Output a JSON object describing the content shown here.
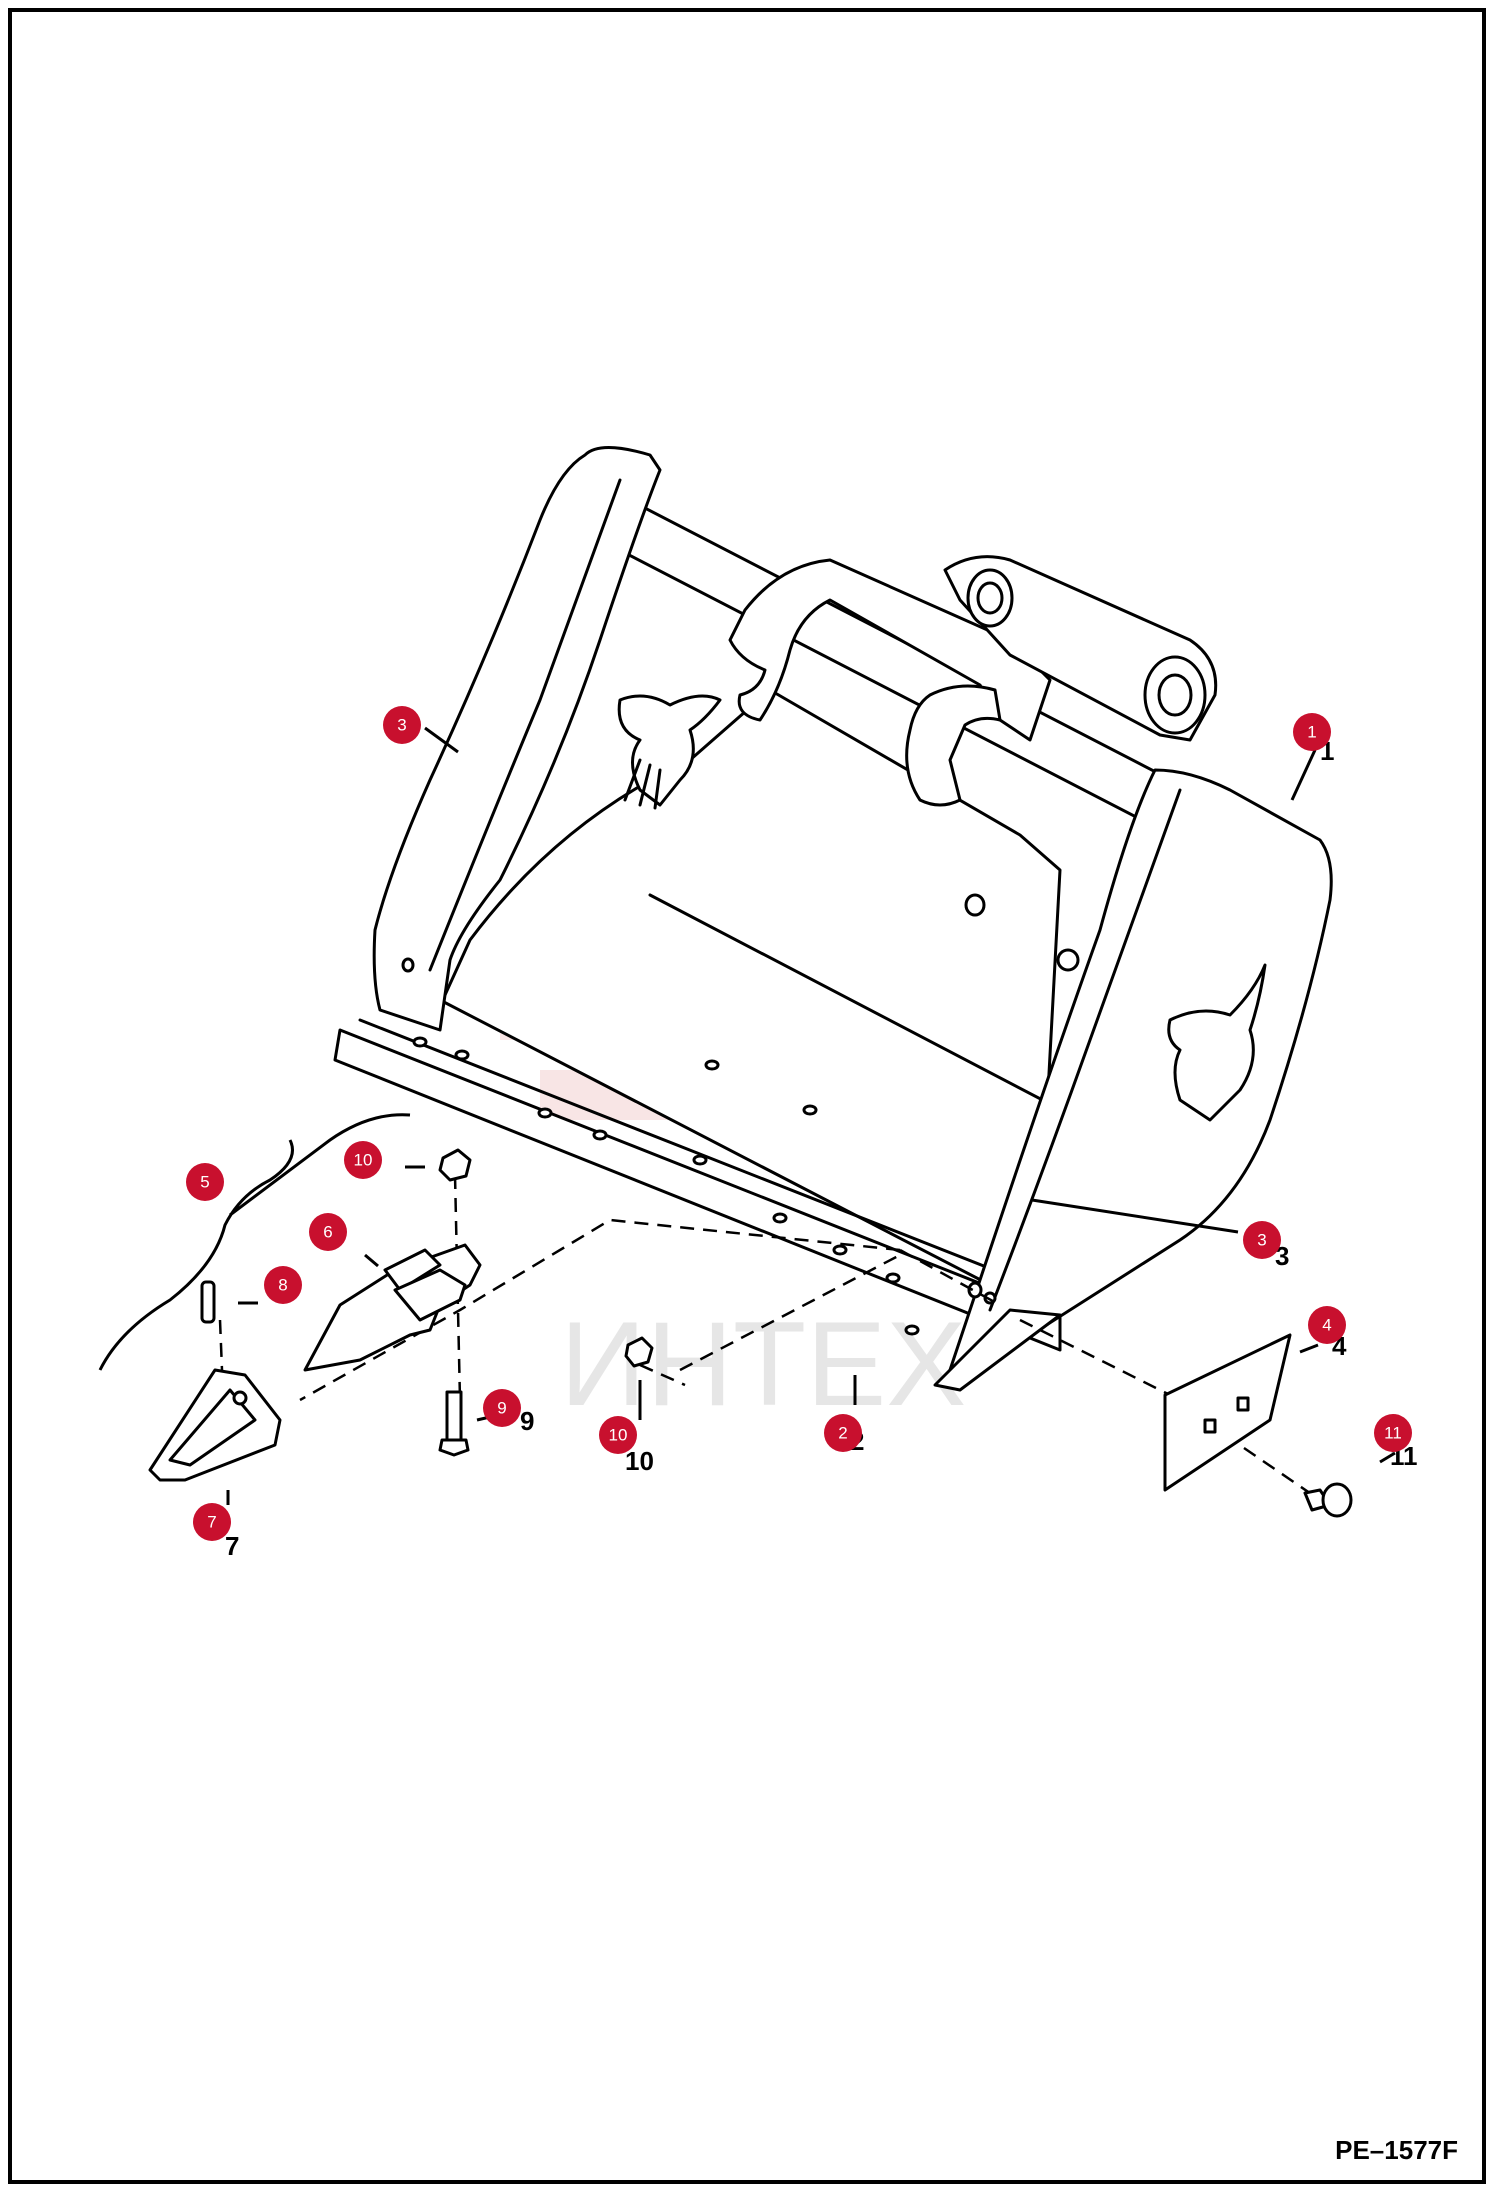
{
  "figure_code": "PE–1577F",
  "watermark": {
    "text": "ИНТЕХ",
    "color": "#f2c9c9"
  },
  "accent_color": "#c8102e",
  "callouts": [
    {
      "id": "c1",
      "number": "1"
    },
    {
      "id": "c2",
      "number": "2"
    },
    {
      "id": "c3a",
      "number": "3"
    },
    {
      "id": "c3b",
      "number": "3"
    },
    {
      "id": "c4",
      "number": "4"
    },
    {
      "id": "c5",
      "number": "5"
    },
    {
      "id": "c6",
      "number": "6"
    },
    {
      "id": "c7",
      "number": "7"
    },
    {
      "id": "c8",
      "number": "8"
    },
    {
      "id": "c9",
      "number": "9"
    },
    {
      "id": "c10a",
      "number": "10"
    },
    {
      "id": "c10b",
      "number": "10"
    },
    {
      "id": "c11",
      "number": "11"
    }
  ],
  "part_numbers": {
    "n1": "1",
    "n2": "2",
    "n3": "3",
    "n4": "4",
    "n7": "7",
    "n9": "9",
    "n10": "10",
    "n11": "11"
  }
}
